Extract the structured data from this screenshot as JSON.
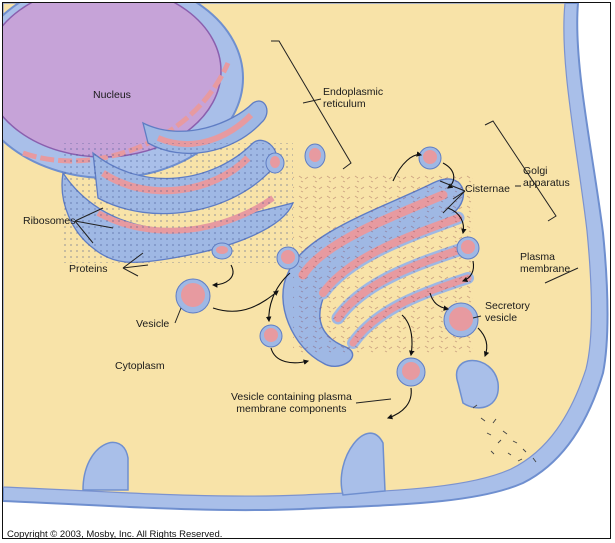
{
  "labels": {
    "nucleus": "Nucleus",
    "er_line1": "Endoplasmic",
    "er_line2": "reticulum",
    "golgi_line1": "Golgi",
    "golgi_line2": "apparatus",
    "cisternae": "Cisternae",
    "ribosomes": "Ribosomes",
    "proteins": "Proteins",
    "plasma_line1": "Plasma",
    "plasma_line2": "membrane",
    "vesicle": "Vesicle",
    "secretory_line1": "Secretory",
    "secretory_line2": "vesicle",
    "cytoplasm": "Cytoplasm",
    "vcp_line1": "Vesicle containing plasma",
    "vcp_line2": "membrane components"
  },
  "copyright": "Copyright © 2003, Mosby, Inc. All Rights Reserved.",
  "colors": {
    "cytoplasm": "#f8e3a8",
    "membrane": "#9cb6e6",
    "membrane_dark": "#6f8fcf",
    "nucleus": "#c6a3d8",
    "er": "#9fb8e4",
    "lumen": "#e79aa0",
    "lumen_light": "#f3c0c3"
  }
}
